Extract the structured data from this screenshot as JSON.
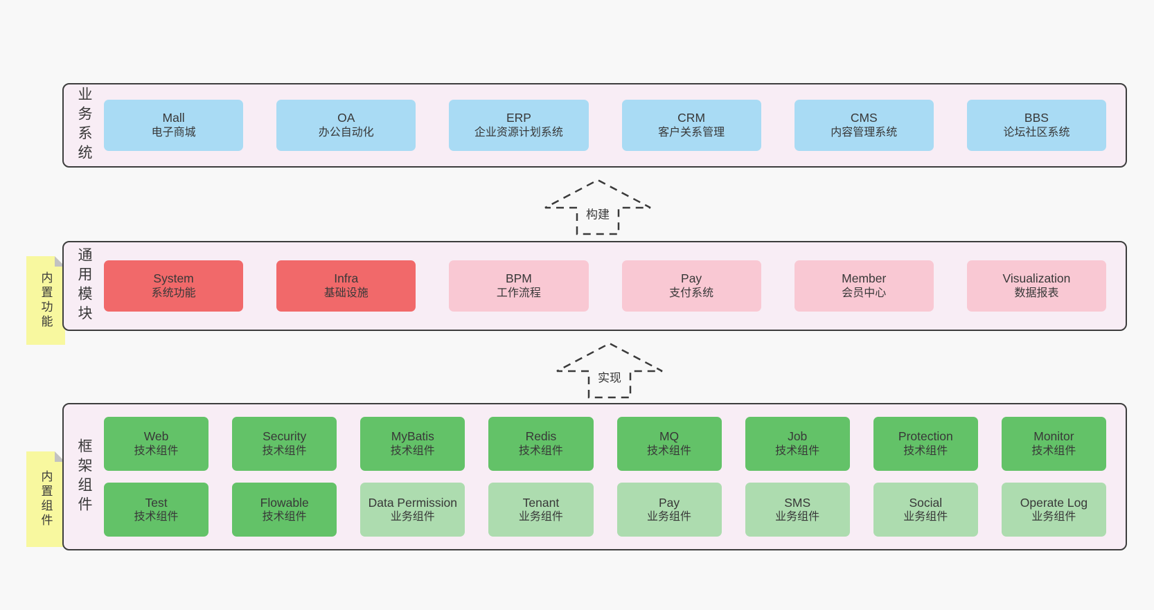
{
  "colors": {
    "page_bg": "#f8f8f8",
    "container_fill": "#f8edf5",
    "border": "#3d3d3d",
    "blue": "#a9dbf4",
    "red": "#f1696a",
    "pink": "#f9c8d3",
    "green": "#63c268",
    "green_light": "#addcaf",
    "note_yellow": "#f8f89f",
    "note_fold": "#c2c2c2"
  },
  "layers": [
    {
      "label": "业务系统",
      "boxes": [
        {
          "en": "Mall",
          "zh": "电子商城",
          "color": "blue"
        },
        {
          "en": "OA",
          "zh": "办公自动化",
          "color": "blue"
        },
        {
          "en": "ERP",
          "zh": "企业资源计划系统",
          "color": "blue"
        },
        {
          "en": "CRM",
          "zh": "客户关系管理",
          "color": "blue"
        },
        {
          "en": "CMS",
          "zh": "内容管理系统",
          "color": "blue"
        },
        {
          "en": "BBS",
          "zh": "论坛社区系统",
          "color": "blue"
        }
      ]
    },
    {
      "label": "通用模块",
      "note": "内置功能",
      "boxes": [
        {
          "en": "System",
          "zh": "系统功能",
          "color": "red"
        },
        {
          "en": "Infra",
          "zh": "基础设施",
          "color": "red"
        },
        {
          "en": "BPM",
          "zh": "工作流程",
          "color": "pink"
        },
        {
          "en": "Pay",
          "zh": "支付系统",
          "color": "pink"
        },
        {
          "en": "Member",
          "zh": "会员中心",
          "color": "pink"
        },
        {
          "en": "Visualization",
          "zh": "数据报表",
          "color": "pink"
        }
      ]
    },
    {
      "label": "框架组件",
      "note": "内置组件",
      "rows": [
        [
          {
            "en": "Web",
            "zh": "技术组件",
            "color": "green"
          },
          {
            "en": "Security",
            "zh": "技术组件",
            "color": "green"
          },
          {
            "en": "MyBatis",
            "zh": "技术组件",
            "color": "green"
          },
          {
            "en": "Redis",
            "zh": "技术组件",
            "color": "green"
          },
          {
            "en": "MQ",
            "zh": "技术组件",
            "color": "green"
          },
          {
            "en": "Job",
            "zh": "技术组件",
            "color": "green"
          },
          {
            "en": "Protection",
            "zh": "技术组件",
            "color": "green"
          },
          {
            "en": "Monitor",
            "zh": "技术组件",
            "color": "green"
          }
        ],
        [
          {
            "en": "Test",
            "zh": "技术组件",
            "color": "green"
          },
          {
            "en": "Flowable",
            "zh": "技术组件",
            "color": "green"
          },
          {
            "en": "Data Permission",
            "zh": "业务组件",
            "color": "green_light"
          },
          {
            "en": "Tenant",
            "zh": "业务组件",
            "color": "green_light"
          },
          {
            "en": "Pay",
            "zh": "业务组件",
            "color": "green_light"
          },
          {
            "en": "SMS",
            "zh": "业务组件",
            "color": "green_light"
          },
          {
            "en": "Social",
            "zh": "业务组件",
            "color": "green_light"
          },
          {
            "en": "Operate Log",
            "zh": "业务组件",
            "color": "green_light"
          }
        ]
      ]
    }
  ],
  "arrows": [
    {
      "label": "构建"
    },
    {
      "label": "实现"
    }
  ]
}
